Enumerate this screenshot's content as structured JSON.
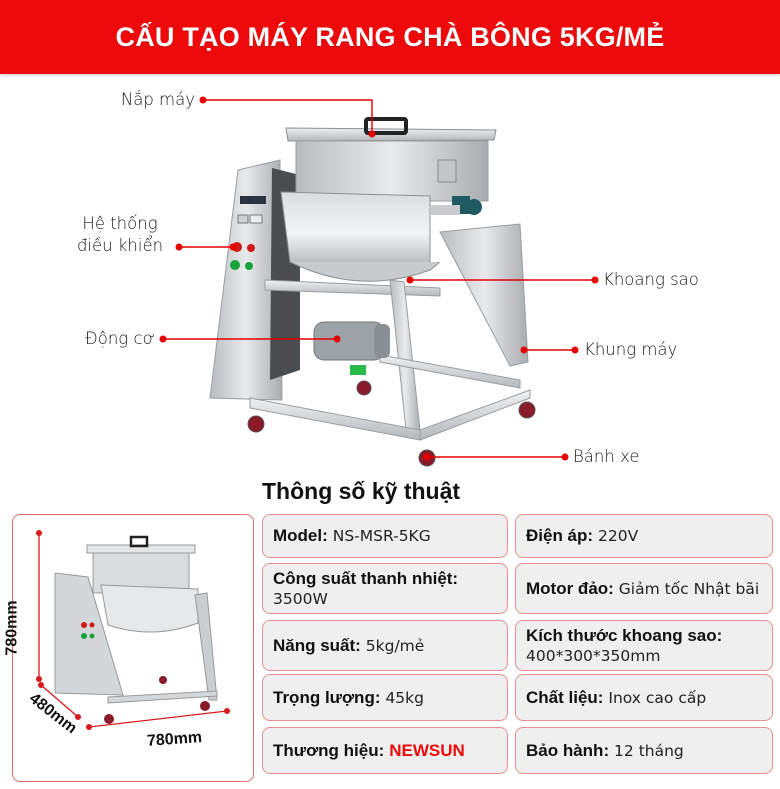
{
  "banner": {
    "title": "CẤU TẠO MÁY RANG CHÀ BÔNG 5KG/MẺ",
    "background": "#ee0a0a"
  },
  "diagram": {
    "callouts": [
      {
        "id": "lid",
        "label": "Nắp máy"
      },
      {
        "id": "control",
        "label_line1": "Hệ thống",
        "label_line2": "điều khiển"
      },
      {
        "id": "motor",
        "label": "Động cơ"
      },
      {
        "id": "chamber",
        "label": "Khoang sao"
      },
      {
        "id": "frame",
        "label": "Khung máy"
      },
      {
        "id": "wheel",
        "label": "Bánh xe"
      }
    ],
    "leader_color": "#e60000"
  },
  "specs": {
    "title": "Thông số kỹ thuật",
    "dimensions": {
      "height": "780mm",
      "depth": "480mm",
      "width": "780mm"
    },
    "left": [
      {
        "key": "Model:",
        "value": "NS-MSR-5KG"
      },
      {
        "key": "Công suất thanh nhiệt:",
        "value": "3500W"
      },
      {
        "key": "Năng suất:",
        "value": "5kg/mẻ"
      },
      {
        "key": "Trọng lượng:",
        "value": "45kg"
      },
      {
        "key": "Thương hiệu:",
        "value": "NEWSUN"
      }
    ],
    "right": [
      {
        "key": "Điện áp:",
        "value": "220V"
      },
      {
        "key": "Motor đảo:",
        "value": "Giảm tốc Nhật bãi"
      },
      {
        "key": "Kích thước khoang sao:",
        "value": "400*300*350mm"
      },
      {
        "key": "Chất liệu:",
        "value": "Inox cao cấp"
      },
      {
        "key": "Bảo hành:",
        "value": "12 tháng"
      }
    ],
    "brand_color": "#ee0a0a"
  }
}
